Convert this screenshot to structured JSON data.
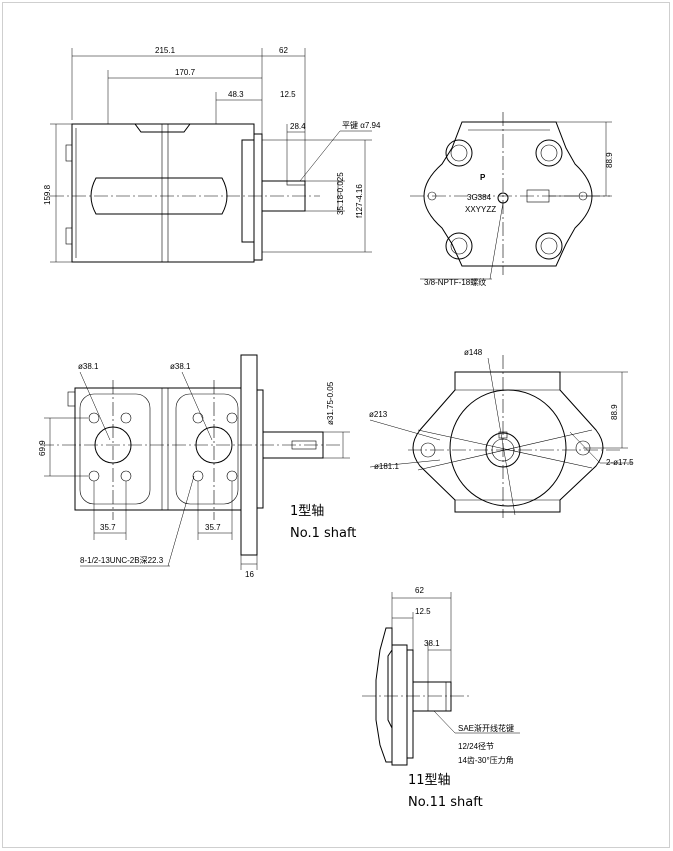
{
  "top_view": {
    "dim_215": "215.1",
    "dim_62": "62",
    "dim_170": "170.7",
    "dim_48": "48.3",
    "dim_12": "12.5",
    "dim_28": "28.4",
    "key_note": "平键 α7.94",
    "dim_159": "159.8",
    "shaft_dia": "35.18-0.025",
    "shaft_tol": "f127-4.16"
  },
  "end_view": {
    "port_p": "P",
    "model_1": "3G384",
    "model_2": "XXYYZZ",
    "dim_88": "88.9",
    "port_note": "3/8-NPTF-18螺纹"
  },
  "side_view": {
    "port_left": "ø38.1",
    "port_right": "ø38.1",
    "dim_69": "69.9",
    "dim_35a": "35.7",
    "dim_35b": "35.7",
    "thread_note": "8-1/2-13UNC-2B深22.3",
    "dim_16": "16",
    "shaft_dim": "ø31.75-0.05"
  },
  "front_view": {
    "dia_148": "ø148",
    "dia_213": "ø213",
    "dia_181": "ø181.1",
    "dim_88": "88.9",
    "holes": "2-ø17.5"
  },
  "shaft1": {
    "label_cn": "1型轴",
    "label_en": "No.1 shaft"
  },
  "shaft11": {
    "dim_62": "62",
    "dim_12": "12.5",
    "dim_38": "38.1",
    "note_1": "SAE渐开线花键",
    "note_2": "12/24径节",
    "note_3": "14齿-30°压力角",
    "label_cn": "11型轴",
    "label_en": "No.11 shaft"
  }
}
